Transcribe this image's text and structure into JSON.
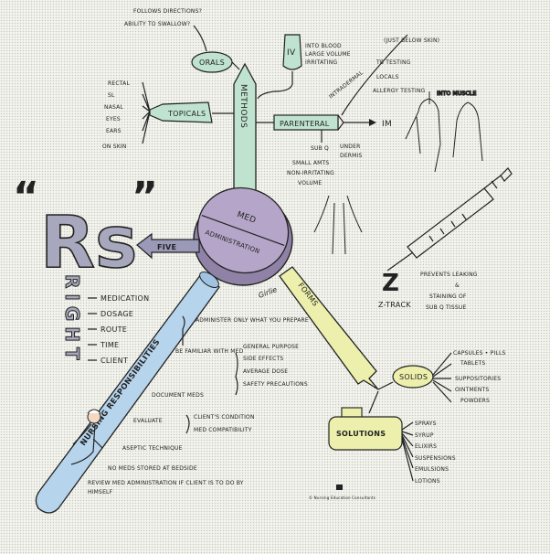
{
  "center": {
    "line1": "MED",
    "line2": "ADMINISTRATION"
  },
  "methods": {
    "spoke": "METHODS",
    "orals": "ORALS",
    "orals_notes": [
      "FOLLOWS DIRECTIONS?",
      "ABILITY TO SWALLOW?"
    ],
    "iv": "IV",
    "iv_notes": [
      "INTO BLOOD",
      "LARGE VOLUME",
      "IRRITATING"
    ],
    "topicals": "TOPICALS",
    "topical_sites": [
      "RECTAL",
      "SL",
      "NASAL",
      "EYES",
      "EARS",
      "ON SKIN"
    ],
    "parenteral": "PARENTERAL",
    "intradermal": "INTRADERMAL",
    "intradermal_note": "(JUST BELOW SKIN)",
    "intradermal_uses": [
      "TB TESTING",
      "LOCALS",
      "ALLERGY TESTING"
    ],
    "im": "IM",
    "im_note": "INTO MUSCLE",
    "subq": "SUB Q",
    "subq_note1": [
      "UNDER",
      "DERMIS"
    ],
    "subq_note2": [
      "SMALL AMTS",
      "NON-IRRITATING",
      "VOLUME"
    ]
  },
  "ztrack": {
    "label": "Z-TRACK",
    "notes": [
      "PREVENTS LEAKING",
      "&",
      "STAINING OF",
      "SUB Q TISSUE"
    ]
  },
  "rights": {
    "prefix_open": "“",
    "big": "Rs",
    "prefix_close": "”",
    "five": "FIVE",
    "right_word": "RIGHT",
    "items": [
      "MEDICATION",
      "DOSAGE",
      "ROUTE",
      "TIME",
      "CLIENT"
    ]
  },
  "forms": {
    "spoke": "FORMS",
    "solids": "SOLIDS",
    "solids_items": [
      "CAPSULES • PILLS",
      "TABLETS",
      "SUPPOSITORIES",
      "OINTMENTS",
      "POWDERS"
    ],
    "solutions": "SOLUTIONS",
    "solutions_items": [
      "SPRAYS",
      "SYRUP",
      "ELIXIRS",
      "SUSPENSIONS",
      "EMULSIONS",
      "LOTIONS"
    ]
  },
  "nursing": {
    "spoke": "NURSING RESPONSIBILITIES",
    "items": [
      "ADMINISTER ONLY WHAT YOU PREPARE",
      "BE FAMILIAR WITH MED",
      "DOCUMENT MEDS",
      "EVALUATE",
      "ASEPTIC TECHNIQUE",
      "NO MEDS STORED AT BEDSIDE",
      "REVIEW MED ADMINISTRATION IF CLIENT IS TO DO BY HIMSELF"
    ],
    "familiar_subs": [
      "GENERAL PURPOSE",
      "SIDE EFFECTS",
      "AVERAGE DOSE",
      "SAFETY PRECAUTIONS"
    ],
    "evaluate_subs": [
      "CLIENT'S CONDITION",
      "MED COMPATIBILITY"
    ]
  },
  "signature": "Girlie",
  "footer": "© Nursing Education Consultants",
  "colors": {
    "pill": "#b5a6c9",
    "methods": "#bfe3cf",
    "forms": "#ecf0ac",
    "nursing": "#b6d4ec",
    "rs": "#a7a7bd",
    "five": "#9a9ab8"
  }
}
